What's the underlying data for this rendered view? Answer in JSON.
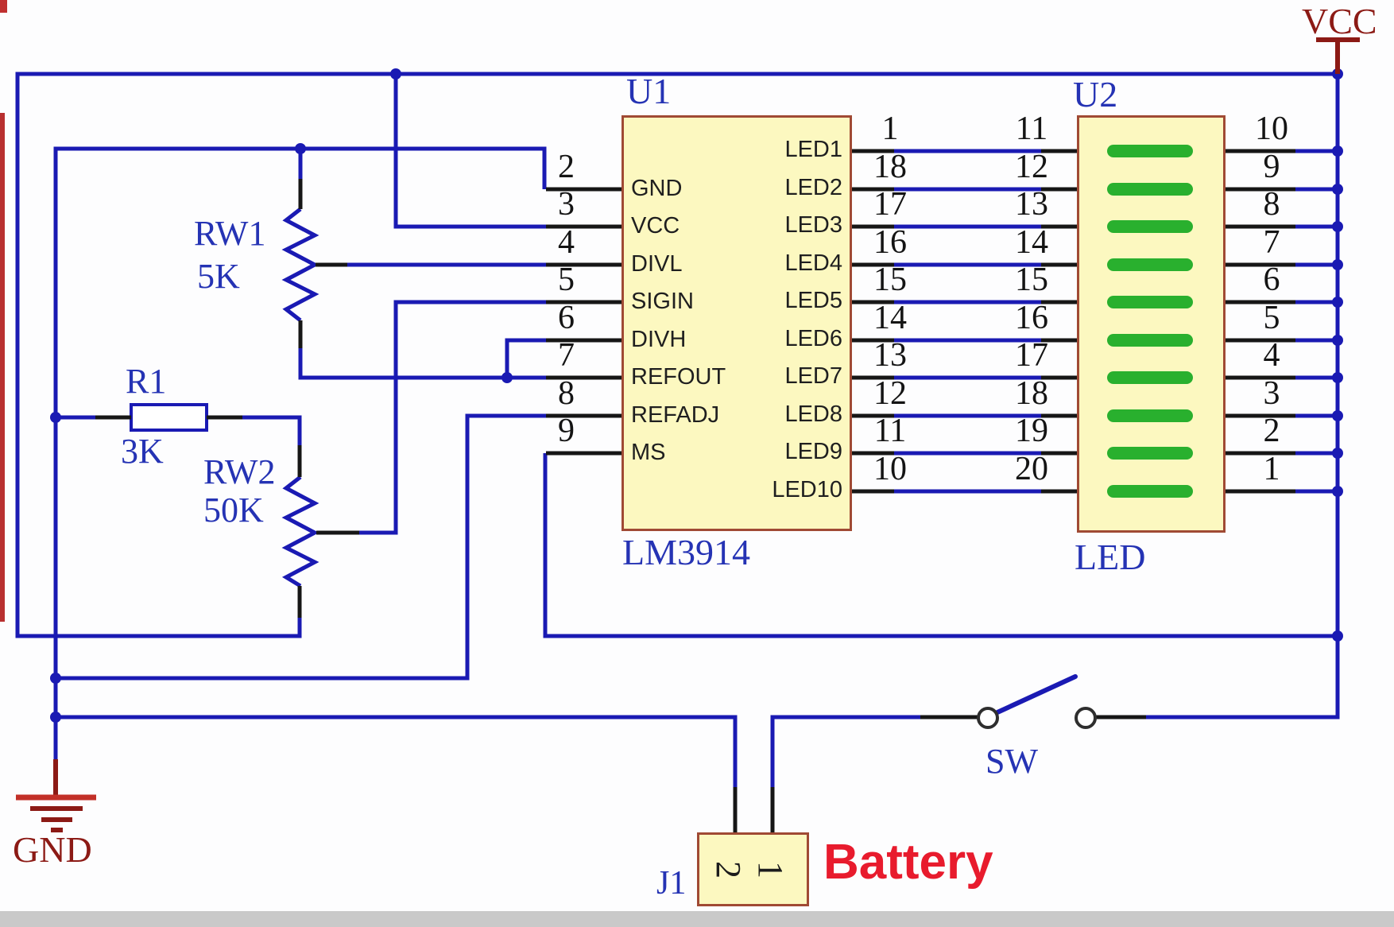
{
  "diagram": {
    "power": {
      "vcc_label": "VCC",
      "gnd_label": "GND"
    },
    "u1": {
      "ref": "U1",
      "part": "LM3914",
      "left_pins": [
        {
          "pin": "2",
          "name": "GND"
        },
        {
          "pin": "3",
          "name": "VCC"
        },
        {
          "pin": "4",
          "name": "DIVL"
        },
        {
          "pin": "5",
          "name": "SIGIN"
        },
        {
          "pin": "6",
          "name": "DIVH"
        },
        {
          "pin": "7",
          "name": "REFOUT"
        },
        {
          "pin": "8",
          "name": "REFADJ"
        },
        {
          "pin": "9",
          "name": "MS"
        }
      ]
    },
    "u2": {
      "ref": "U2",
      "part": "LED"
    },
    "led_rows": [
      {
        "u1_name": "LED1",
        "u1_pin": "1",
        "u2_pin": "11",
        "u2_right_pin": "10"
      },
      {
        "u1_name": "LED2",
        "u1_pin": "18",
        "u2_pin": "12",
        "u2_right_pin": "9"
      },
      {
        "u1_name": "LED3",
        "u1_pin": "17",
        "u2_pin": "13",
        "u2_right_pin": "8"
      },
      {
        "u1_name": "LED4",
        "u1_pin": "16",
        "u2_pin": "14",
        "u2_right_pin": "7"
      },
      {
        "u1_name": "LED5",
        "u1_pin": "15",
        "u2_pin": "15",
        "u2_right_pin": "6"
      },
      {
        "u1_name": "LED6",
        "u1_pin": "14",
        "u2_pin": "16",
        "u2_right_pin": "5"
      },
      {
        "u1_name": "LED7",
        "u1_pin": "13",
        "u2_pin": "17",
        "u2_right_pin": "4"
      },
      {
        "u1_name": "LED8",
        "u1_pin": "12",
        "u2_pin": "18",
        "u2_right_pin": "3"
      },
      {
        "u1_name": "LED9",
        "u1_pin": "11",
        "u2_pin": "19",
        "u2_right_pin": "2"
      },
      {
        "u1_name": "LED10",
        "u1_pin": "10",
        "u2_pin": "20",
        "u2_right_pin": "1"
      }
    ],
    "resistors": [
      {
        "ref": "R1",
        "value": "3K"
      },
      {
        "ref": "RW1",
        "value": "5K"
      },
      {
        "ref": "RW2",
        "value": "50K"
      }
    ],
    "switch": {
      "ref": "SW"
    },
    "connector": {
      "ref": "J1",
      "label": "Battery",
      "pin_labels": [
        "2",
        "1"
      ]
    },
    "colors": {
      "wire": "#1a1ab3",
      "lead": "#161616",
      "box_fill": "#fcf8c0",
      "box_border": "#a04a34",
      "label_blue": "#2533b4",
      "dark_red": "#8c1a15",
      "bright_red": "#c23028",
      "battery_red": "#e81b2d",
      "led_green": "#29b02e"
    }
  }
}
